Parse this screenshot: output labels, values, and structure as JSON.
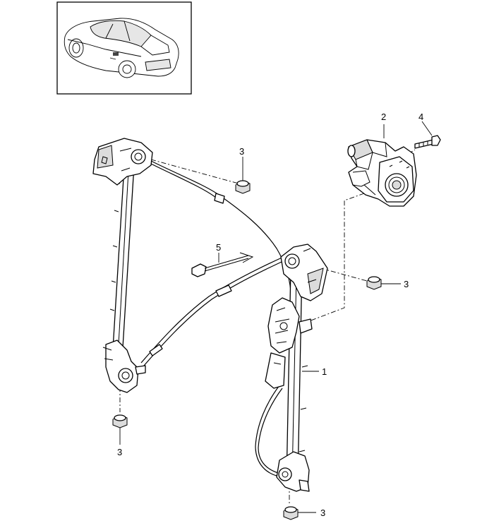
{
  "callouts": {
    "window_regulator": "1",
    "motor": "2",
    "nut": "3",
    "screw": "4",
    "cable_tie": "5"
  },
  "icons": {
    "thumbnail": "car-coupe-icon"
  },
  "colors": {
    "line": "#000000",
    "background": "#ffffff",
    "shading": "#dcdcdc"
  }
}
